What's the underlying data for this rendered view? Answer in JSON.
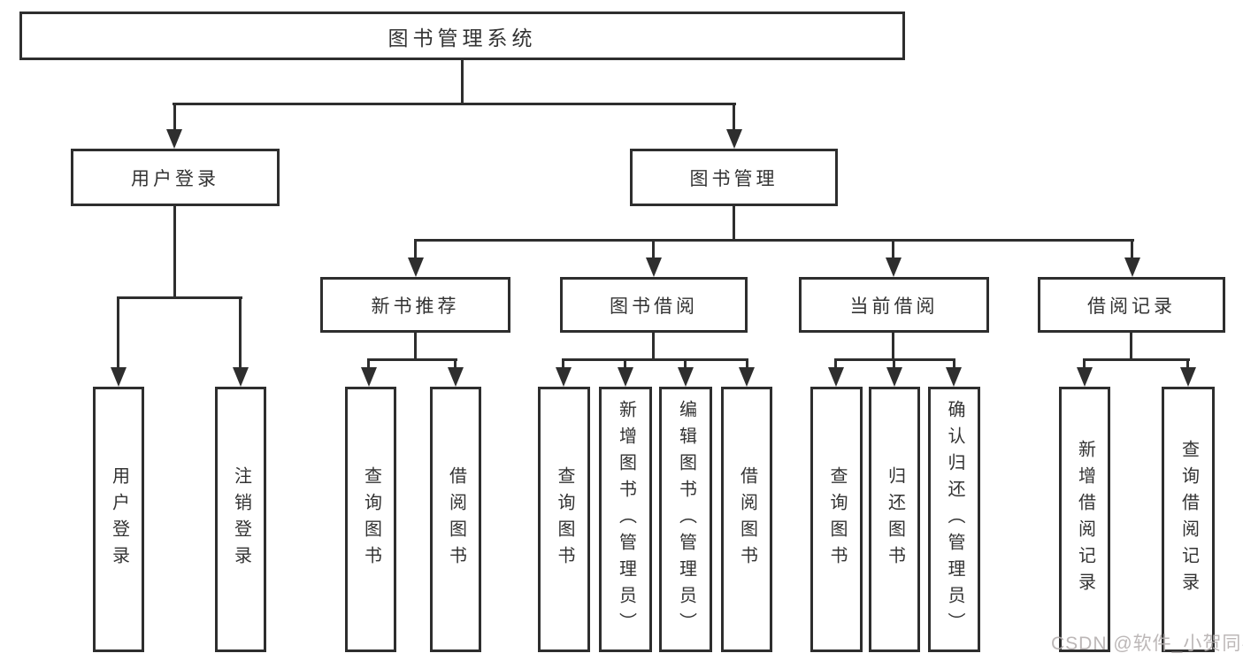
{
  "colors": {
    "line": "#2e2e2e",
    "text": "#333333",
    "background": "#ffffff",
    "watermark": "#b5b0b0"
  },
  "tree": {
    "root": {
      "label": "图书管理系统"
    },
    "level2": [
      {
        "label": "用户登录",
        "parent": "图书管理系统"
      },
      {
        "label": "图书管理",
        "parent": "图书管理系统"
      }
    ],
    "level3": [
      {
        "label": "新书推荐",
        "parent": "图书管理"
      },
      {
        "label": "图书借阅",
        "parent": "图书管理"
      },
      {
        "label": "当前借阅",
        "parent": "图书管理"
      },
      {
        "label": "借阅记录",
        "parent": "图书管理"
      }
    ],
    "leaves": [
      {
        "label": "用户登录",
        "parent": "用户登录"
      },
      {
        "label": "注销登录",
        "parent": "用户登录"
      },
      {
        "label": "查询图书",
        "parent": "新书推荐"
      },
      {
        "label": "借阅图书",
        "parent": "新书推荐"
      },
      {
        "label": "查询图书",
        "parent": "图书借阅"
      },
      {
        "label": "新增图书（管理员）",
        "parent": "图书借阅"
      },
      {
        "label": "编辑图书（管理员）",
        "parent": "图书借阅"
      },
      {
        "label": "借阅图书",
        "parent": "图书借阅"
      },
      {
        "label": "查询图书",
        "parent": "当前借阅"
      },
      {
        "label": "归还图书",
        "parent": "当前借阅"
      },
      {
        "label": "确认归还（管理员）",
        "parent": "当前借阅"
      },
      {
        "label": "新增借阅记录",
        "parent": "借阅记录"
      },
      {
        "label": "查询借阅记录",
        "parent": "借阅记录"
      }
    ]
  },
  "watermark": {
    "text": "CSDN @软件_小贺同学"
  }
}
